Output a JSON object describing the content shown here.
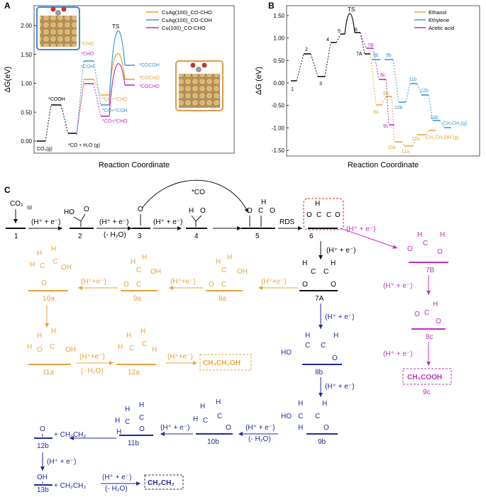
{
  "panel_labels": {
    "a": "A",
    "b": "B",
    "c": "C"
  },
  "colors": {
    "black": "#111111",
    "orange": "#e8a33a",
    "blue": "#3a9bd6",
    "magenta": "#c030c0",
    "navy": "#1f2a9a",
    "red_dash": "#c0392b",
    "atom_tan": "#c8a86a",
    "inset_blue": "#3b8fd6",
    "inset_orange": "#e49a48"
  },
  "chart_a": {
    "ylabel": "ΔG(eV)",
    "xlabel": "Reaction Coordinate",
    "ticks": [
      "0.00",
      "0.50",
      "1.00",
      "1.50",
      "2.00"
    ],
    "legend": [
      "CuAg(100)_CO-CHO",
      "CuAg(100)_CO-COH",
      "Cu(100)_CO-CHO"
    ],
    "labels": {
      "co2": "CO₂(g)",
      "cooh": "*COOH",
      "co_h2o": "*CO + H₂O (g)",
      "cho_o": "*CHO",
      "cho_m": "*CHO",
      "coh": "*COH",
      "co_cho_o": "*CO+*CHO",
      "co_coh": "*CO+*COH",
      "co_cho_m": "*CO+*CHO",
      "ts": "TS",
      "cocoh": "*COCOH",
      "cocho_o": "*COCHO",
      "cocho_m": "*COCHO"
    }
  },
  "chart_b": {
    "ylabel": "ΔG (eV)",
    "xlabel": "Reaction Coordinate",
    "ticks": [
      "1.50",
      "1.00",
      "0.50",
      "0.00",
      "-0.50",
      "-1.00",
      "-1.50"
    ],
    "legend": [
      "Ethanol",
      "Ethylene",
      "Acetic acid"
    ],
    "labels": {
      "s1": "1",
      "s2": "2",
      "s3": "3",
      "s4": "4",
      "s5": "5",
      "s6": "6",
      "ts": "TS",
      "s7a": "7A",
      "s7b": "7B",
      "s8a": "8a",
      "s9a": "9a",
      "s10a": "10a",
      "s11a": "11a",
      "s12a": "12a",
      "s8b": "8b",
      "s9b": "9b",
      "s10b": "10b",
      "s11b": "11b",
      "s12b": "12b",
      "s13b": "13b",
      "s8c": "8c",
      "s9c": "9c",
      "ethanol_g": "CH₃CH₂OH (g)",
      "ethylene_g": "CH₂CH₂(g)"
    }
  },
  "scheme": {
    "n1": "1",
    "n2": "2",
    "n3": "3",
    "n4": "4",
    "n5": "5",
    "n6": "6",
    "n7a": "7A",
    "n7b": "7B",
    "n8a": "8a",
    "n9a": "9a",
    "n10a": "10a",
    "n11a": "11a",
    "n12a": "12a",
    "n8b": "8b",
    "n9b": "9b",
    "n10b": "10b",
    "n11b": "11b",
    "n12b": "12b",
    "n13b": "13b",
    "n8c": "8c",
    "n9c": "9c",
    "co2": "CO₂",
    "co2_sub": "(g)",
    "hpe": "(H⁺ + e⁻)",
    "hpe_tight": "(H⁺+e⁻)",
    "mh2o": "(- H₂O)",
    "co": "*CO",
    "rds": "RDS",
    "ethanol": "CH₃CH₂OH",
    "acetic": "CH₃COOH",
    "ethylene": "CH₂CH₂",
    "plus_ch2ch2": "+ CH₂CH₂",
    "O": "O",
    "H": "H",
    "C": "C",
    "OH": "OH",
    "HO": "HO"
  }
}
